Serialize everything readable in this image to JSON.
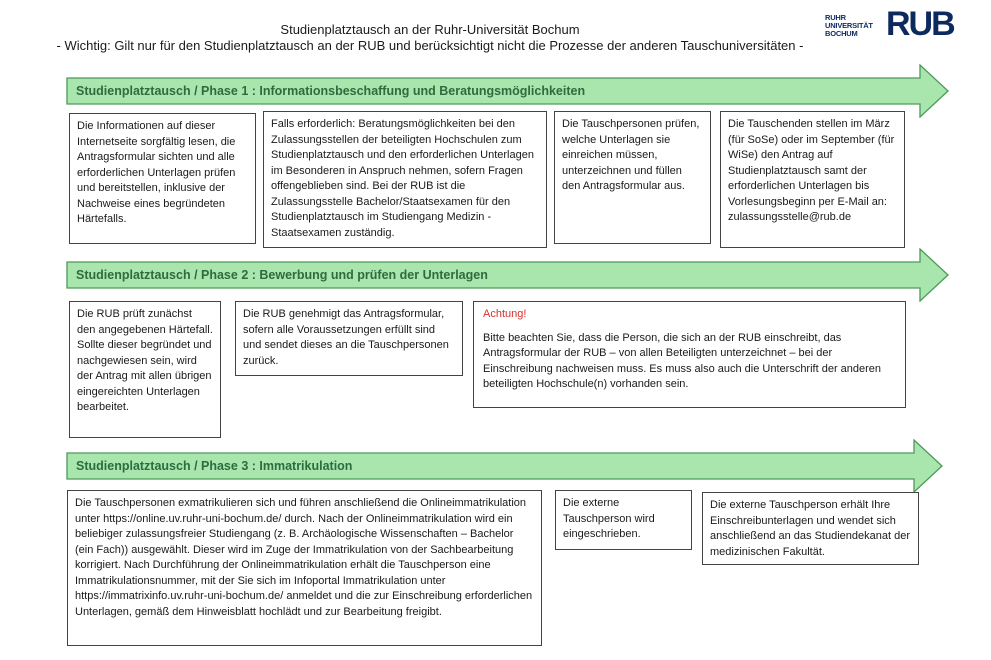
{
  "header": {
    "title": "Studienplatztausch an der Ruhr-Universität Bochum",
    "subtitle": "- Wichtig: Gilt nur für den Studienplatztausch an der RUB und berücksichtigt nicht die Prozesse der anderen Tauschuniversitäten -",
    "logo_small": [
      "RUHR",
      "UNIVERSITÄT",
      "BOCHUM"
    ],
    "logo_big": "RUB"
  },
  "colors": {
    "arrow_fill": "#a8e6ae",
    "arrow_stroke": "#4d9a58",
    "phase_text": "#2e6b3e",
    "warning": "#d9302b"
  },
  "phases": [
    {
      "label": "Studienplatztausch / Phase 1 : Informationsbeschaffung und Beratungsmöglichkeiten",
      "boxes": [
        "Die Informationen auf dieser Internetseite sorgfältig lesen, die Antragsformular sichten und alle erforderlichen Unterlagen prüfen und bereitstellen, inklusive der Nachweise eines begründeten Härtefalls.",
        "Falls erforderlich: Beratungsmöglichkeiten bei den Zulassungsstellen der beteiligten Hochschulen zum Studienplatztausch und den erforderlichen Unterlagen im Besonderen in Anspruch nehmen, sofern Fragen offengeblieben sind. Bei der RUB ist die Zulassungsstelle Bachelor/Staatsexamen für den Studienplatztausch im Studiengang Medizin - Staatsexamen zuständig.",
        "Die Tauschpersonen prüfen, welche Unterlagen sie einreichen müssen, unterzeichnen und füllen den Antragsformular aus.",
        "Die Tauschenden stellen im März (für SoSe) oder im September (für WiSe) den Antrag auf Studienplatztausch samt der erforderlichen Unterlagen bis Vorlesungsbeginn per E-Mail an: zulassungsstelle@rub.de"
      ]
    },
    {
      "label": "Studienplatztausch / Phase 2 : Bewerbung und prüfen der Unterlagen",
      "boxes": [
        "Die RUB prüft zunächst den angegebenen Härtefall. Sollte dieser begründet und nachgewiesen sein, wird der Antrag mit allen übrigen eingereichten Unterlagen bearbeitet.",
        "Die RUB genehmigt das Antragsformular, sofern alle Voraussetzungen erfüllt sind und sendet dieses an die Tauschpersonen zurück."
      ],
      "warning": {
        "title": "Achtung!",
        "text": "Bitte beachten Sie, dass die Person, die sich an der RUB einschreibt, das Antragsformular der RUB – von allen Beteiligten unterzeichnet – bei der Einschreibung nachweisen muss. Es muss also auch die Unterschrift der anderen beteiligten Hochschule(n) vorhanden sein."
      }
    },
    {
      "label": "Studienplatztausch / Phase 3 : Immatrikulation",
      "boxes": [
        "Die Tauschpersonen exmatrikulieren sich und führen anschließend die Onlineimmatrikulation unter https://online.uv.ruhr-uni-bochum.de/ durch. Nach der Onlineimmatrikulation wird ein beliebiger zulassungsfreier Studiengang (z. B. Archäologische Wissenschaften – Bachelor (ein Fach)) ausgewählt. Dieser wird im Zuge der Immatrikulation von der Sachbearbeitung korrigiert. Nach Durchführung der Onlineimmatrikulation erhält die Tauschperson eine Immatrikulationsnummer, mit der Sie sich im Infoportal Immatrikulation unter https://immatrixinfo.uv.ruhr-uni-bochum.de/ anmeldet und die zur Einschreibung erforderlichen Unterlagen, gemäß dem Hinweisblatt hochlädt und zur Bearbeitung freigibt.",
        "Die externe Tauschperson wird eingeschrieben.",
        "Die externe Tauschperson erhält Ihre Einschreibunterlagen und wendet sich anschließend an das Studiendekanat der medizinischen Fakultät."
      ]
    }
  ]
}
